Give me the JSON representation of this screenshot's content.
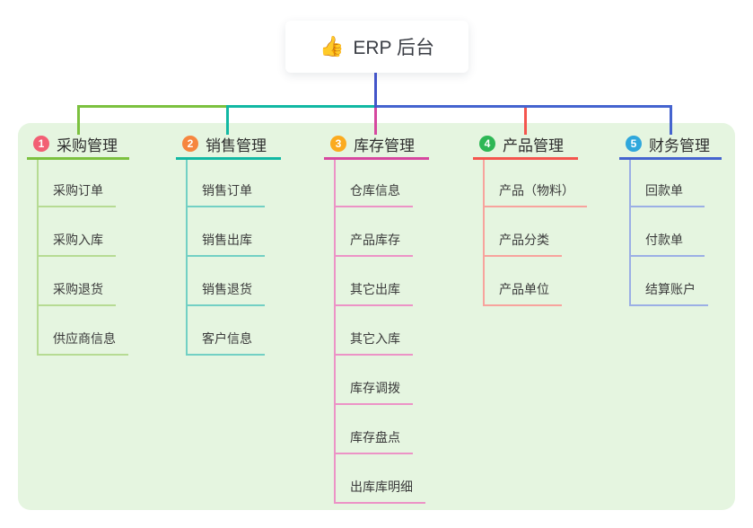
{
  "canvas": {
    "panel_bg": "#e5f5e0",
    "page_bg": "#ffffff"
  },
  "root": {
    "icon": "👍",
    "title": "ERP 后台",
    "connector_color": "#4355c9"
  },
  "branches": [
    {
      "num": "1",
      "label": "采购管理",
      "badge_color": "#f25f74",
      "line_color": "#7cc13f",
      "child_line_color": "#b6db93",
      "children": [
        "采购订单",
        "采购入库",
        "采购退货",
        "供应商信息"
      ]
    },
    {
      "num": "2",
      "label": "销售管理",
      "badge_color": "#f6863f",
      "line_color": "#12b8a3",
      "child_line_color": "#72d0c4",
      "children": [
        "销售订单",
        "销售出库",
        "销售退货",
        "客户信息"
      ]
    },
    {
      "num": "3",
      "label": "库存管理",
      "badge_color": "#fbab1f",
      "line_color": "#d6479f",
      "child_line_color": "#ec93c6",
      "children": [
        "仓库信息",
        "产品库存",
        "其它出库",
        "其它入库",
        "库存调拨",
        "库存盘点",
        "出库库明细"
      ]
    },
    {
      "num": "4",
      "label": "产品管理",
      "badge_color": "#2eb755",
      "line_color": "#f4554e",
      "child_line_color": "#f8a39d",
      "children": [
        "产品（物料）",
        "产品分类",
        "产品单位"
      ]
    },
    {
      "num": "5",
      "label": "财务管理",
      "badge_color": "#2fa7dc",
      "line_color": "#4564cf",
      "child_line_color": "#9bafe5",
      "children": [
        "回款单",
        "付款单",
        "结算账户"
      ]
    }
  ]
}
